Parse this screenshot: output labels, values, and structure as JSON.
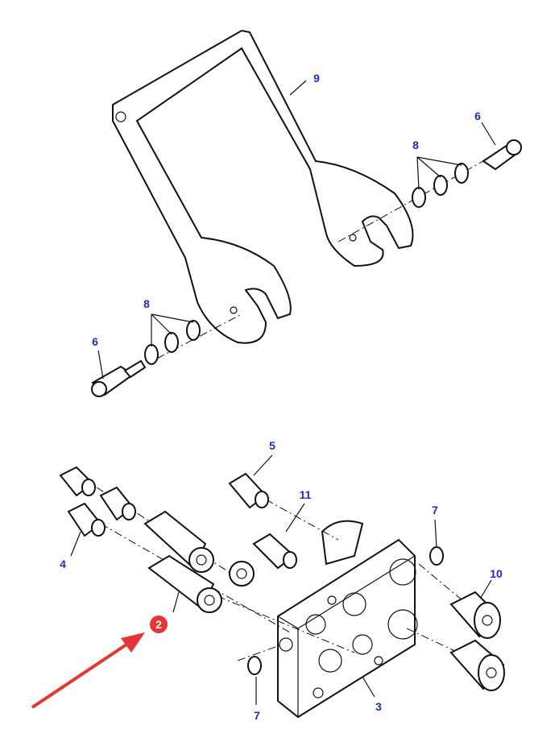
{
  "callouts": {
    "yoke": "9",
    "bolt_right": "6",
    "washers_right": "8",
    "washers_left": "8",
    "bolt_left": "6",
    "fitting_top": "5",
    "adapter": "11",
    "seal_right": "7",
    "fitting_left": "4",
    "coupler_right": "10",
    "coupler_left": "2",
    "block": "3",
    "seal_bottom": "7"
  },
  "colors": {
    "callout": "#1a2fc0",
    "highlight": "#e53535"
  }
}
